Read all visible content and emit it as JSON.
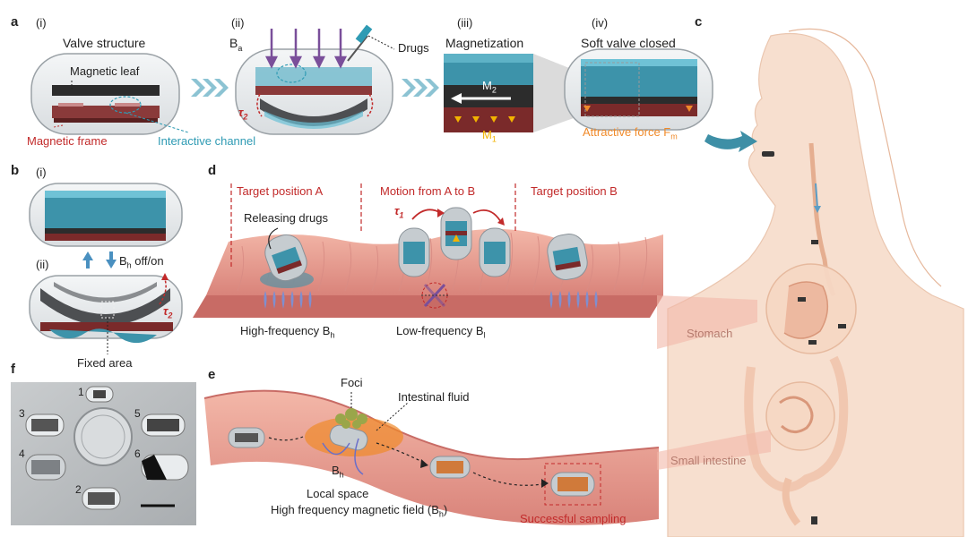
{
  "panels": {
    "a": {
      "letter": "a",
      "i": {
        "num": "(i)",
        "title": "Valve structure",
        "leaf": "Magnetic leaf",
        "frame": "Magnetic frame",
        "channel": "Interactive channel"
      },
      "ii": {
        "num": "(ii)",
        "field_base": "B",
        "field_sub": "a",
        "drugs": "Drugs",
        "torque_base": "τ",
        "torque_sub": "2"
      },
      "iii": {
        "num": "(iii)",
        "title": "Magnetization",
        "m2_base": "M",
        "m2_sub": "2",
        "m1_base": "M",
        "m1_sub": "1"
      },
      "iv": {
        "num": "(iv)",
        "title": "Soft valve closed",
        "force_base": "Attractive force F",
        "force_sub": "m"
      }
    },
    "b": {
      "letter": "b",
      "i": {
        "num": "(i)"
      },
      "ii": {
        "num": "(ii)",
        "field_base": "B",
        "field_sub": "h",
        "field_tail": " off/on",
        "torque_base": "τ",
        "torque_sub": "2",
        "fixed": "Fixed area"
      }
    },
    "c": {
      "letter": "c",
      "stomach": "Stomach",
      "intestine": "Small intestine"
    },
    "d": {
      "letter": "d",
      "target_a": "Target position A",
      "motion": "Motion from A to B",
      "target_b": "Target position B",
      "releasing": "Releasing drugs",
      "torque_base": "τ",
      "torque_sub": "1",
      "hf_base": "High-frequency B",
      "hf_sub": "h",
      "lf_base": "Low-frequency B",
      "lf_sub": "l"
    },
    "e": {
      "letter": "e",
      "foci": "Foci",
      "fluid": "Intestinal fluid",
      "bh_base": "B",
      "bh_sub": "h",
      "local": "Local space",
      "hf_field": "High frequency magnetic field (B",
      "hf_field_sub": "h",
      "hf_field_tail": ")",
      "sampling": "Successful sampling"
    },
    "f": {
      "letter": "f",
      "nums": [
        "1",
        "2",
        "3",
        "4",
        "5",
        "6"
      ]
    }
  },
  "colors": {
    "red": "#c22a2a",
    "teal": "#2f9bb4",
    "orange": "#f08a2a",
    "tissue": "#e6988a",
    "skin": "#f6d8c4"
  }
}
